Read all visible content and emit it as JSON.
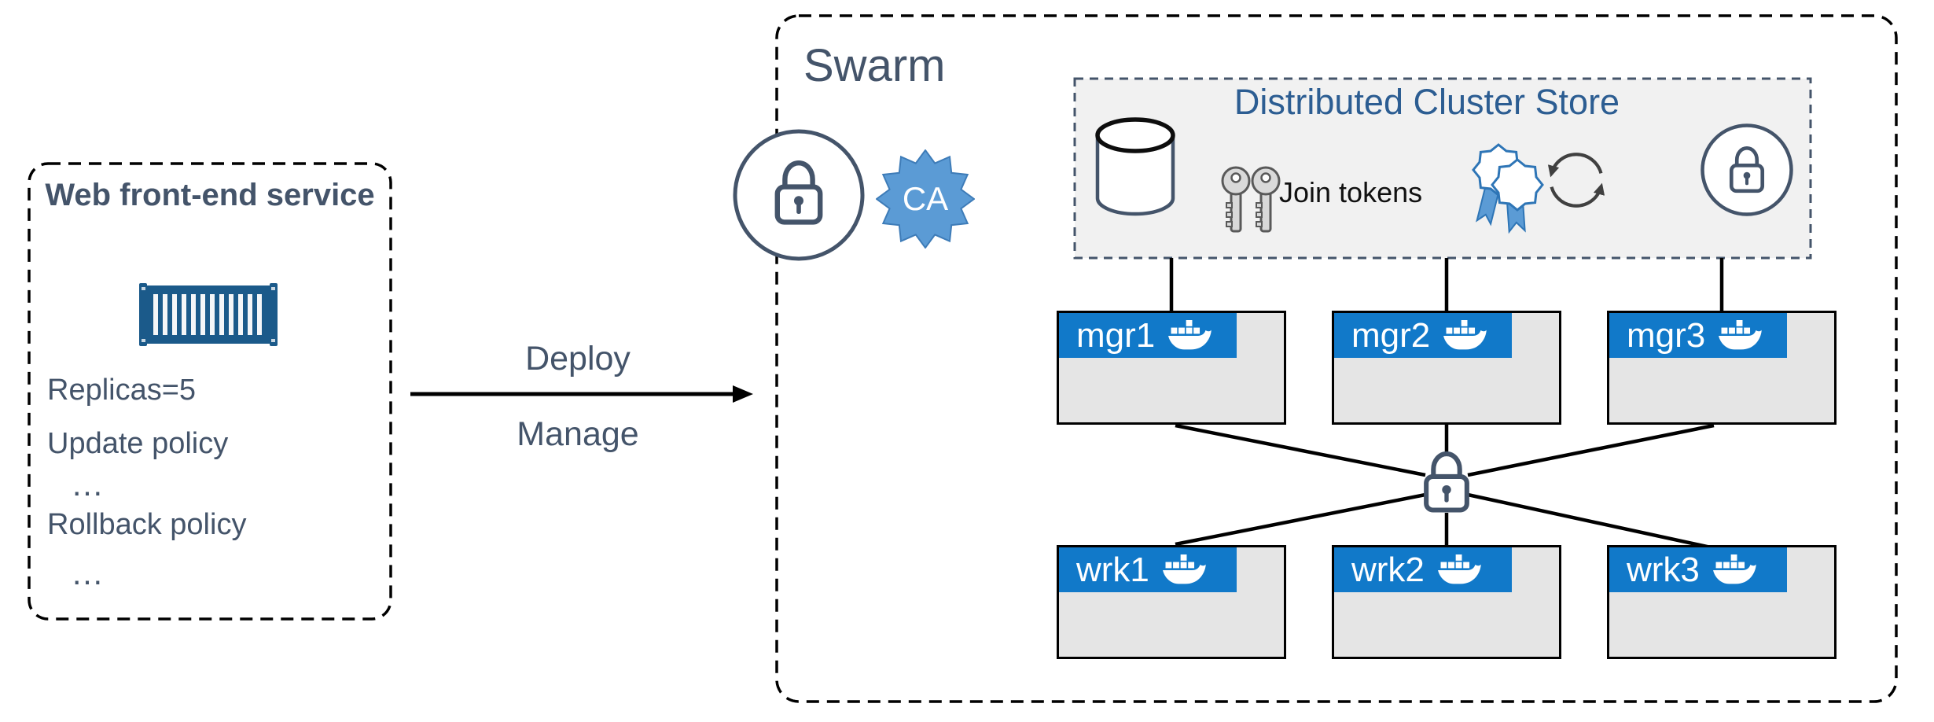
{
  "service_box": {
    "title": "Web front-end service",
    "lines": [
      "Replicas=5",
      "Update policy",
      "…",
      "Rollback policy",
      "…"
    ]
  },
  "arrow_labels": {
    "top": "Deploy",
    "bottom": "Manage"
  },
  "swarm": {
    "title": "Swarm",
    "ca_badge": "CA",
    "store": {
      "title": "Distributed Cluster Store",
      "join_tokens": "Join tokens"
    },
    "managers": [
      "mgr1",
      "mgr2",
      "mgr3"
    ],
    "workers": [
      "wrk1",
      "wrk2",
      "wrk3"
    ]
  },
  "colors": {
    "slate_text": "#44546A",
    "docker_blue": "#1179C9",
    "accent_blue": "#5B9BD5",
    "accent_blue_dark": "#2E75B6",
    "store_title_blue": "#2C5D92",
    "container_blue": "#1B5A8A",
    "node_fill": "#E5E5E5",
    "store_fill": "#F1F1F1"
  }
}
